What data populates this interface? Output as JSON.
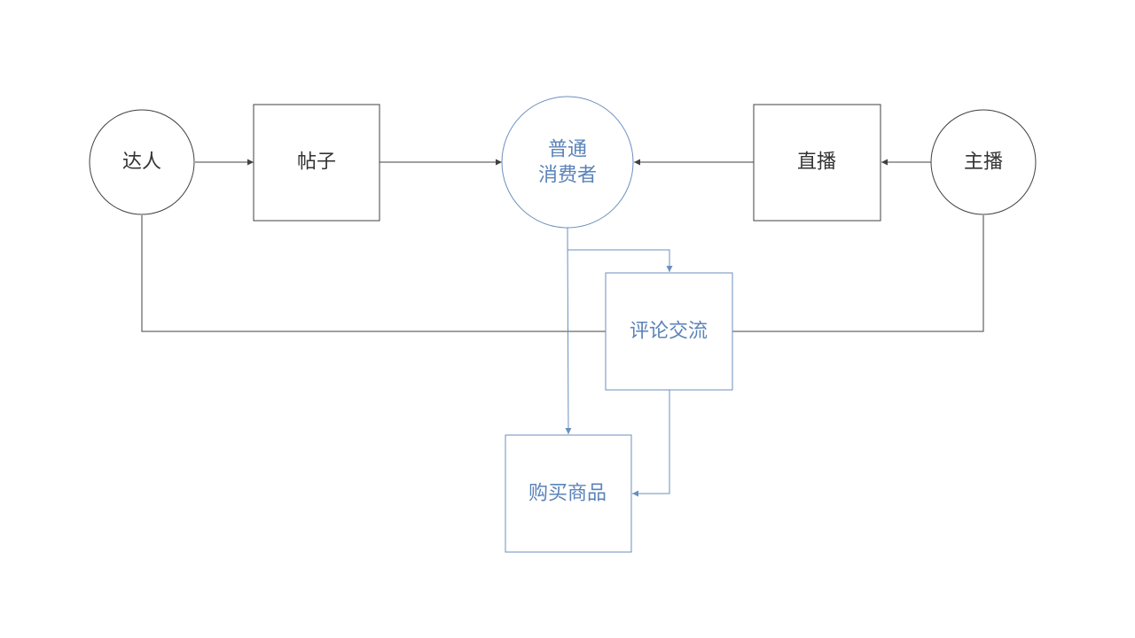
{
  "diagram": {
    "colors": {
      "dark": "#404040",
      "blue": "#6b8fbd",
      "blue_text": "#5b83b9",
      "background": "#ffffff"
    },
    "nodes": {
      "daren": "达人",
      "tiezi": "帖子",
      "consumer_line1": "普通",
      "consumer_line2": "消费者",
      "zhibo": "直播",
      "zhubo": "主播",
      "comment": "评论交流",
      "purchase": "购买商品"
    }
  }
}
